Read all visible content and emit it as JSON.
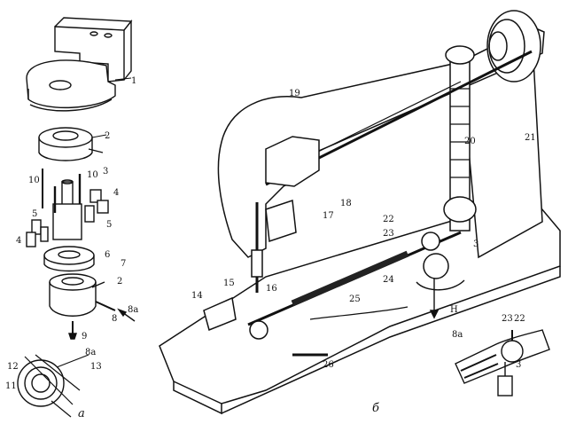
{
  "panels": {
    "a": "а",
    "b": "б"
  },
  "exploded_view_labels": {
    "n1": "1",
    "n2a": "2",
    "n2b": "2",
    "n3": "3",
    "n4a": "4",
    "n4b": "4",
    "n5a": "5",
    "n5b": "5",
    "n6": "6",
    "n7": "7",
    "n8": "8",
    "n8a": "8а",
    "n9": "9",
    "n10a": "10",
    "n10b": "10"
  },
  "end_view_labels": {
    "n8a": "8а",
    "n11": "11",
    "n12": "12",
    "n13": "13"
  },
  "machine_labels": {
    "n14": "14",
    "n15": "15",
    "n16": "16",
    "n17": "17",
    "n18": "18",
    "n19": "19",
    "n20": "20",
    "n21": "21",
    "n22": "22",
    "n23": "23",
    "n24": "24",
    "n25": "25",
    "n26": "26",
    "n3": "3",
    "nH": "Н",
    "n8a": "8а"
  },
  "inset_labels": {
    "n23": "23",
    "n22": "22",
    "n3": "3"
  }
}
